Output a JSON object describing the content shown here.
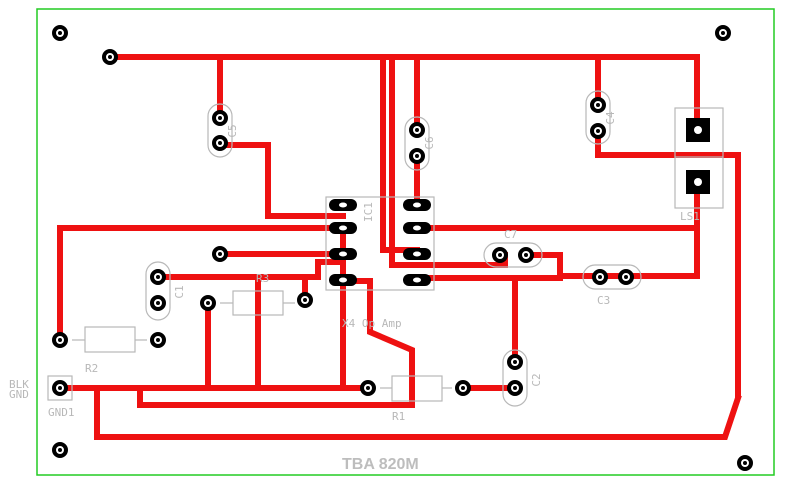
{
  "board": {
    "title": "TBA 820M",
    "border_color": "#22cc22",
    "trace_color": "#ee1111",
    "silk_color": "#b8b8b8"
  },
  "labels": {
    "c5": "C5",
    "c6": "C6",
    "c4": "C4",
    "ls1": "LS1",
    "c7": "C7",
    "c3": "C3",
    "c1": "C1",
    "r3": "R3",
    "r2": "R2",
    "ic": "IC1",
    "opamp": "X4 Op Amp",
    "c2": "C2",
    "r1": "R1",
    "gnd_blk": "BLK",
    "gnd_gnd": "GND",
    "gnd1": "GND1"
  }
}
